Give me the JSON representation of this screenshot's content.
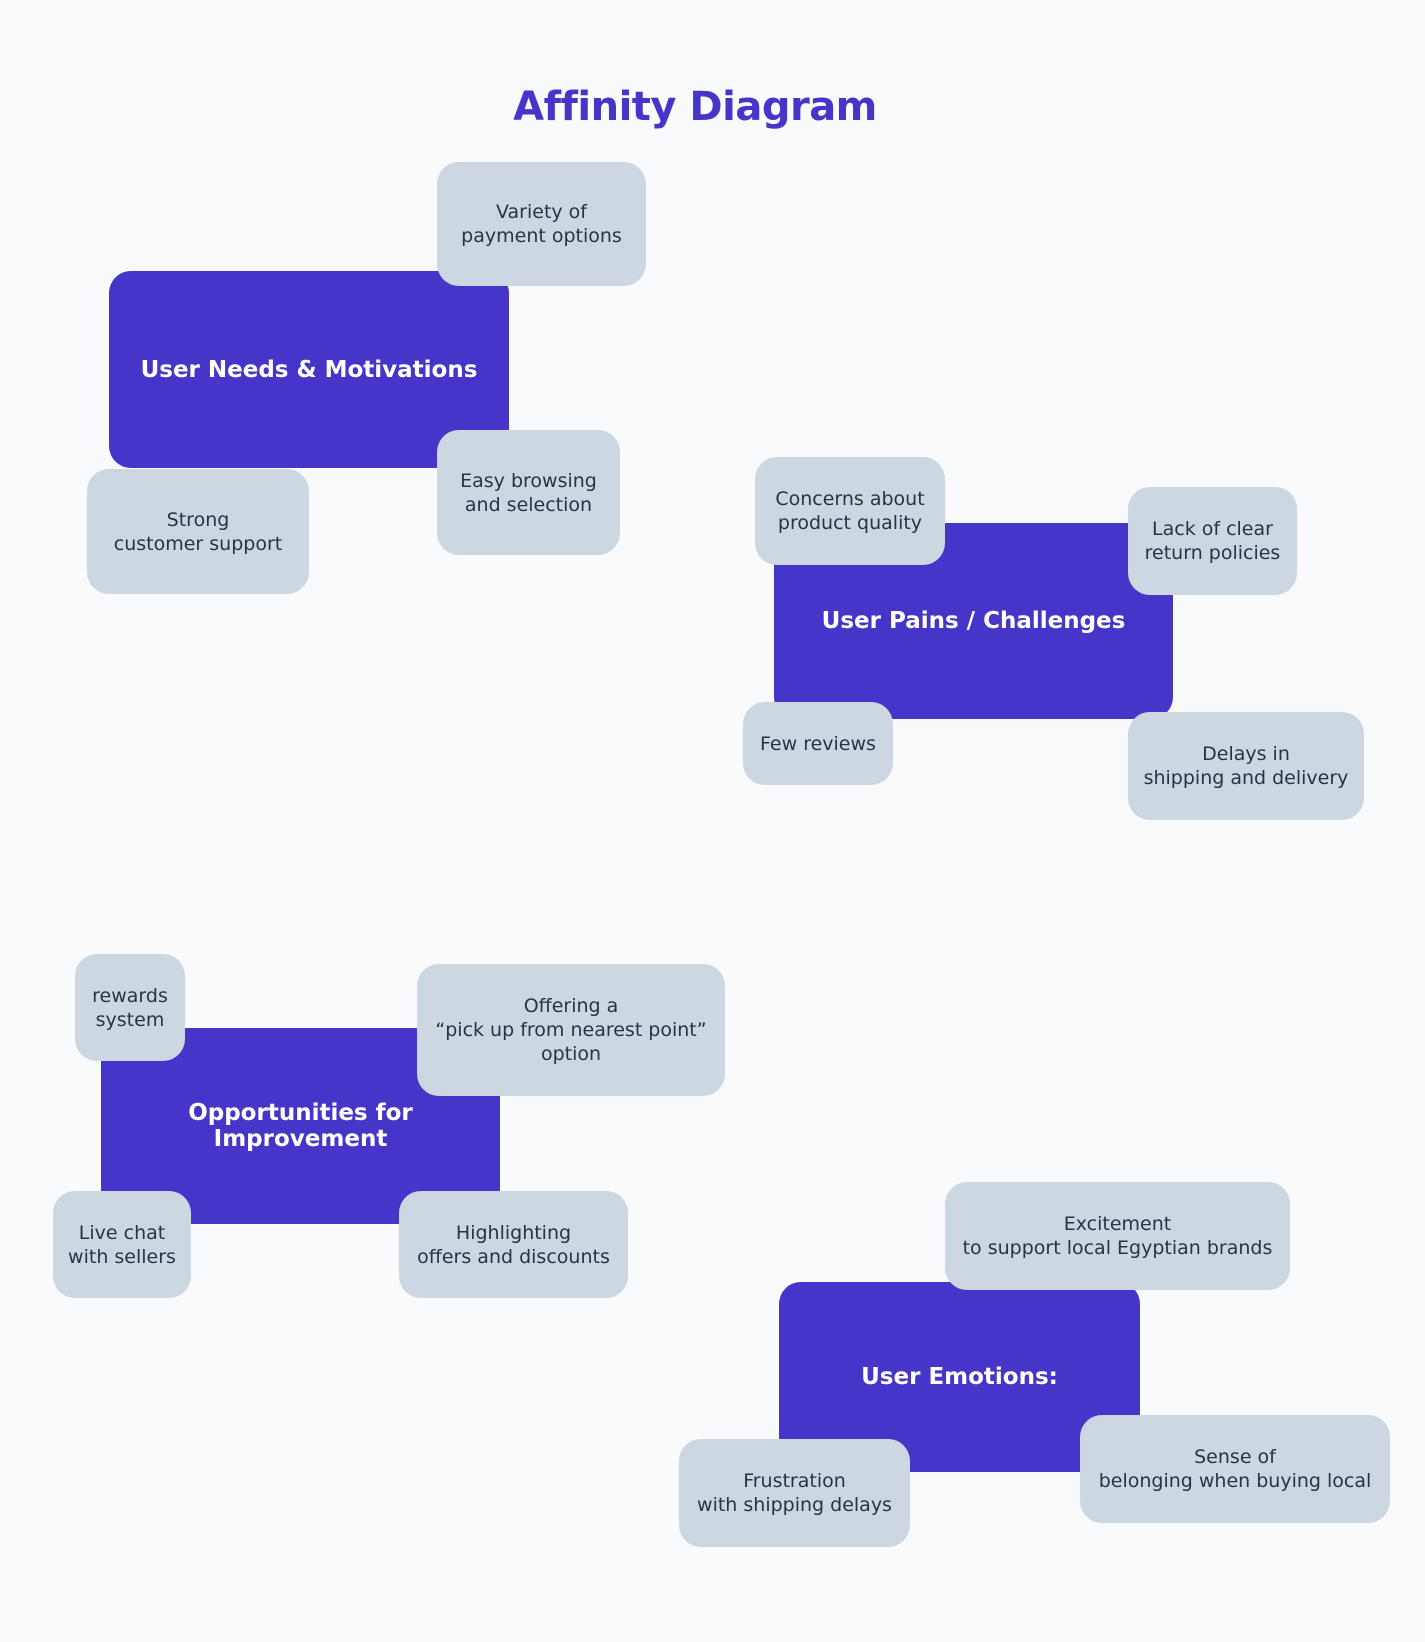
{
  "title": "Affinity Diagram",
  "colors": {
    "background": "#f8fafc",
    "theme_fill": "#4536c9",
    "note_fill": "#cdd7e2",
    "note_text": "#2a3342",
    "title_text": "#4536c9"
  },
  "groups": {
    "needs": {
      "label": "User Needs & Motivations",
      "notes": {
        "payment": "Variety of\npayment options",
        "browsing": "Easy browsing\nand selection",
        "support": "Strong\ncustomer support"
      }
    },
    "pains": {
      "label": "User Pains / Challenges",
      "notes": {
        "quality": "Concerns about\nproduct quality",
        "returns": "Lack of clear\nreturn policies",
        "reviews": "Few reviews",
        "delays": "Delays in\nshipping and delivery"
      }
    },
    "opportunities": {
      "label": "Opportunities for Improvement",
      "notes": {
        "rewards": "rewards\nsystem",
        "pickup": "Offering a\n“pick up from nearest point”\noption",
        "chat": "Live chat\nwith sellers",
        "offers": "Highlighting\noffers and discounts"
      }
    },
    "emotions": {
      "label": "User Emotions:",
      "notes": {
        "excitement": "Excitement\nto support local Egyptian brands",
        "belonging": "Sense of\nbelonging when buying local",
        "frustration": "Frustration\nwith shipping delays"
      }
    }
  }
}
